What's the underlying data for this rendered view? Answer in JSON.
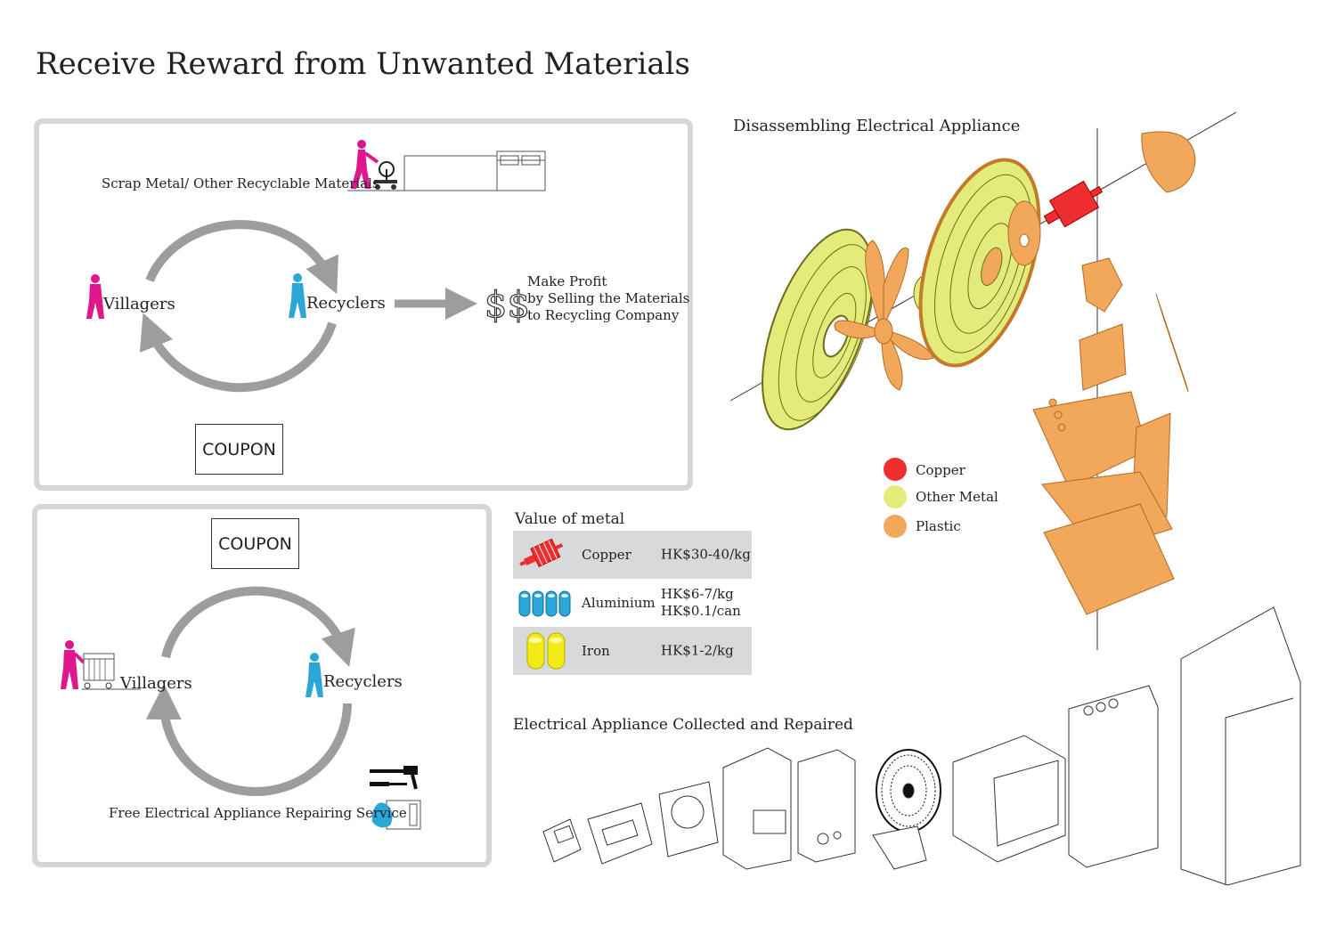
{
  "title": "Receive Reward from Unwanted Materials",
  "panel_top": {
    "materials_label": "Scrap Metal/ Other Recyclable Materials",
    "villagers_label": "Villagers",
    "recyclers_label": "Recyclers",
    "coupon_label": "COUPON",
    "profit_lines": [
      "Make Profit",
      "by Selling the Materials",
      "to Recycling Company"
    ]
  },
  "panel_bottom": {
    "coupon_label": "COUPON",
    "villagers_label": "Villagers",
    "recyclers_label": "Recyclers",
    "service_label": "Free Electrical Appliance Repairing Service"
  },
  "value_table": {
    "title": "Value of  metal",
    "rows": [
      {
        "metal": "Copper",
        "price_lines": [
          "HK$30-40/kg"
        ],
        "icon": "copper-rotor-icon"
      },
      {
        "metal": "Aluminium",
        "price_lines": [
          "HK$6-7/kg",
          "HK$0.1/can"
        ],
        "icon": "aluminium-cans-icon"
      },
      {
        "metal": "Iron",
        "price_lines": [
          "HK$1-2/kg"
        ],
        "icon": "iron-cans-icon"
      }
    ]
  },
  "disassembly": {
    "title": "Disassembling Electrical Appliance",
    "legend": [
      {
        "label": "Copper",
        "color": "#ee2e2e"
      },
      {
        "label": "Other Metal",
        "color": "#e3ec7a"
      },
      {
        "label": "Plastic",
        "color": "#f2a85a"
      }
    ]
  },
  "appliances": {
    "title": "Electrical Appliance Collected and Repaired"
  },
  "colors": {
    "villager": "#e0168c",
    "recycler": "#2aa7d6",
    "arrow": "#9d9d9f",
    "panel_border": "#d6d6d6",
    "plastic": "#f2a85a",
    "copper": "#ee2e2e",
    "other_metal": "#e3ec7a"
  }
}
